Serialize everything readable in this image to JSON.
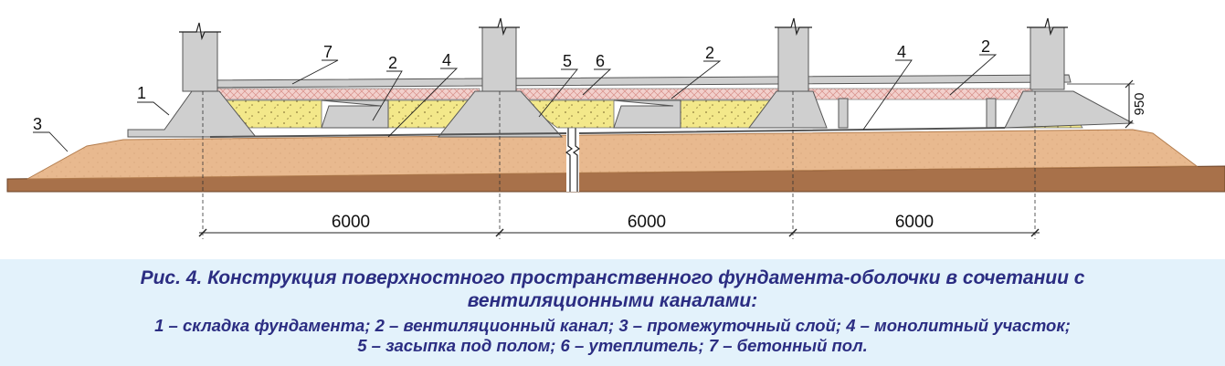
{
  "diagram": {
    "callouts": [
      "1",
      "2",
      "2",
      "2",
      "3",
      "4",
      "4",
      "5",
      "6",
      "7"
    ],
    "dimensions": {
      "spans": [
        "6000",
        "6000",
        "6000"
      ],
      "height": "950"
    }
  },
  "caption": {
    "title_line1": "Рис. 4. Конструкция поверхностного пространственного фундамента-оболочки в сочетании с",
    "title_line2": "вентиляционными каналами:",
    "legend_line1": "1 – складка фундамента; 2 – вентиляционный канал; 3 – промежуточный слой; 4 – монолитный участок;",
    "legend_line2": "5 – засыпка под полом; 6 – утеплитель; 7 – бетонный пол."
  },
  "colors": {
    "soil": "#e8b98f",
    "soil_dark": "#d3a275",
    "earth_base": "#a8714a",
    "concrete": "#cfcfcf",
    "backfill": "#f3e88a",
    "insulation": "#f2d0cc",
    "caption_bg": "#e3f2fb",
    "caption_text": "#2b2d82"
  }
}
